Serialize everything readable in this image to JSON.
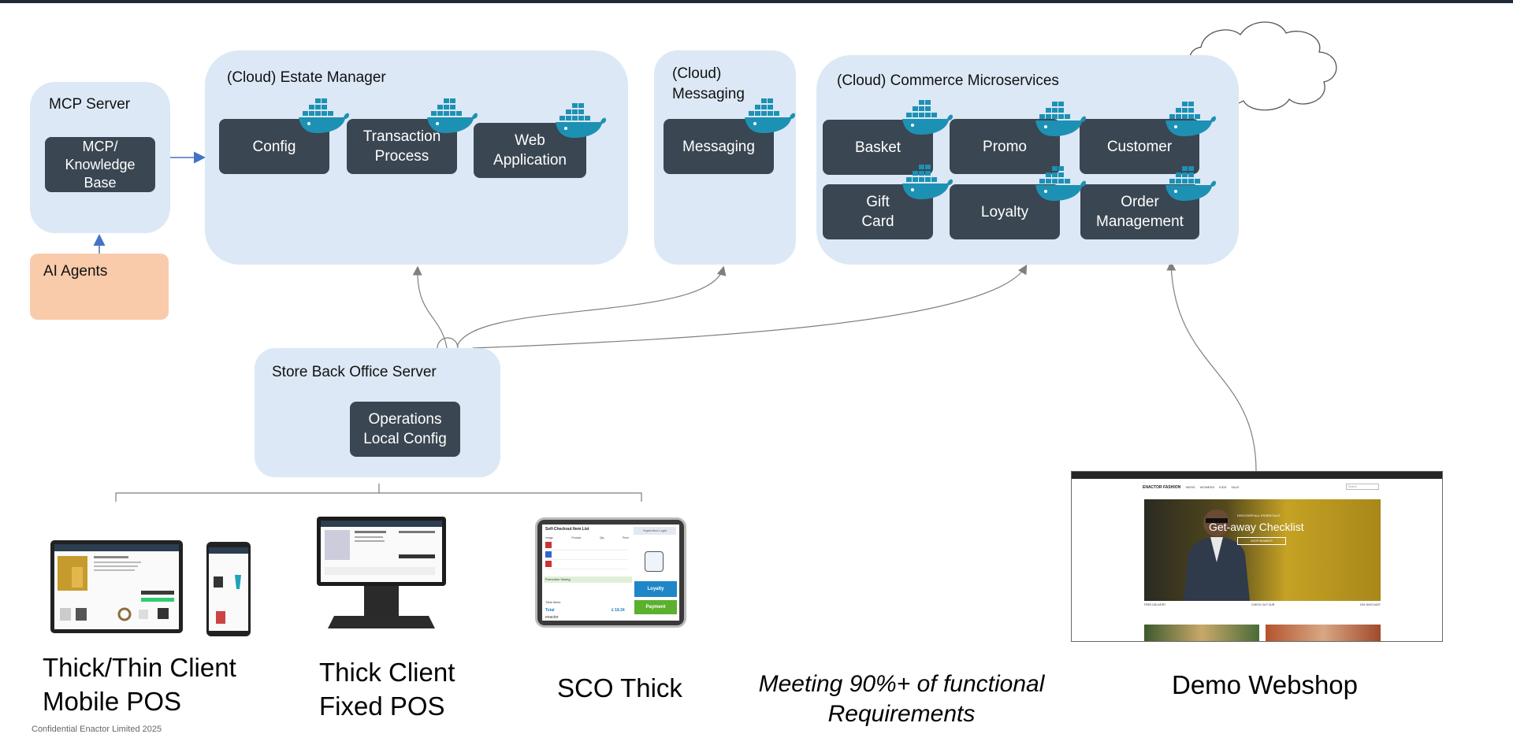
{
  "panels": {
    "mcp": {
      "title": "MCP Server",
      "items": [
        "MCP/\nKnowledge\nBase"
      ]
    },
    "estate": {
      "title": "(Cloud) Estate Manager",
      "items": [
        "Config",
        "Transaction\nProcess",
        "Web\nApplication"
      ]
    },
    "messaging": {
      "title": "(Cloud)\nMessaging",
      "items": [
        "Messaging"
      ]
    },
    "commerce": {
      "title": "(Cloud) Commerce Microservices",
      "items": [
        "Basket",
        "Promo",
        "Customer",
        "Gift\nCard",
        "Loyalty",
        "Order\nManagement"
      ]
    },
    "backoffice": {
      "title": "Store Back Office Server",
      "items": [
        "Operations\nLocal Config"
      ]
    }
  },
  "agents": {
    "label": "AI Agents"
  },
  "captions": {
    "mobile_pos": "Thick/Thin Client\nMobile POS",
    "fixed_pos": "Thick Client\nFixed POS",
    "sco": "SCO Thick",
    "functional": "Meeting 90%+ of functional\nRequirements",
    "webshop": "Demo Webshop"
  },
  "webshop_screen": {
    "brand": "ENACTOR FASHION",
    "nav": [
      "MENS",
      "WOMENS",
      "KIDS",
      "SALE"
    ],
    "search": "Search",
    "hero_kicker": "DISCOVER ALL ESSENTIALS",
    "hero_title": "Get-away Checklist",
    "hero_button": "SHOP WOMEN'S",
    "strip": [
      "FREE DELIVERY",
      "CHECK OUT OUR",
      "15% DISCOUNT"
    ]
  },
  "sco_screen": {
    "title": "Self-Checkout Item List",
    "header_button": "Supervisor Login",
    "columns": [
      "Image",
      "Product",
      "Qty",
      "Price"
    ],
    "promotion": "Promotion Saving",
    "total_items": "Total Items",
    "total": "Total",
    "total_value": "£ 18.34",
    "loyalty": "Loyalty",
    "payment": "Payment",
    "brand": "enactor"
  },
  "confidential": "Confidential Enactor Limited 2025",
  "colors": {
    "panel": "#dce8f5",
    "service_box": "#3a4651",
    "agents_box": "#f9cbab",
    "arrow_blue": "#4472c4",
    "arrow_gray": "#7f7f7f",
    "docker_blue": "#1d91b4"
  }
}
